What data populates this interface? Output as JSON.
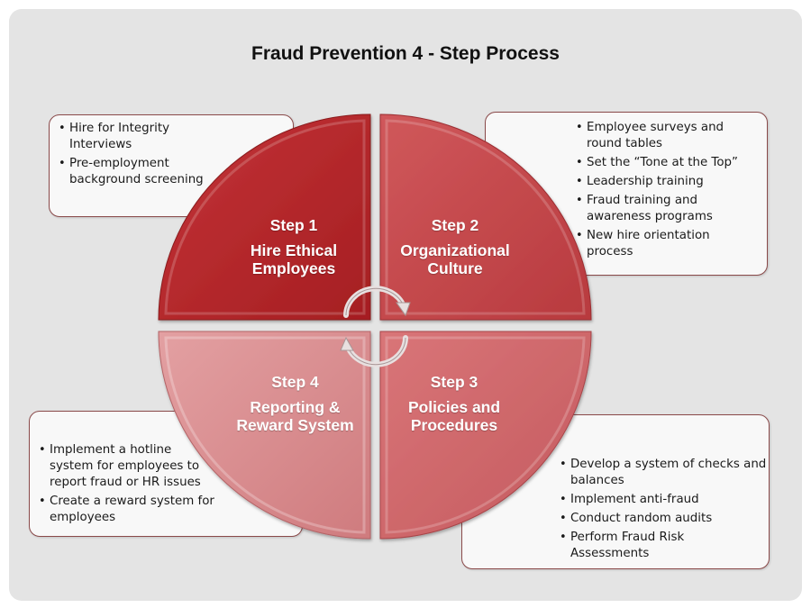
{
  "title": "Fraud Prevention 4 - Step Process",
  "colors": {
    "background": "#e4e4e4",
    "step1": "#b7282c",
    "step2": "#c8474b",
    "step3": "#d0686b",
    "step4": "#d88a8d",
    "box_border": "#8a4a4a"
  },
  "steps": [
    {
      "step": "Step 1",
      "name_line1": "Hire Ethical",
      "name_line2": "Employees",
      "bullets": [
        {
          "line1": "Hire for Integrity",
          "line2": "Interviews"
        },
        {
          "line1": "Pre-employment",
          "line2": "background screening"
        }
      ]
    },
    {
      "step": "Step 2",
      "name_line1": "Organizational",
      "name_line2": "Culture",
      "bullets": [
        {
          "line1": "Employee surveys and",
          "line2": "round tables"
        },
        {
          "line1": "Set the “Tone at the Top”",
          "line2": ""
        },
        {
          "line1": "Leadership training",
          "line2": ""
        },
        {
          "line1": "Fraud training and",
          "line2": "awareness programs"
        },
        {
          "line1": "New hire orientation",
          "line2": "process"
        }
      ]
    },
    {
      "step": "Step 3",
      "name_line1": "Policies and",
      "name_line2": "Procedures",
      "bullets": [
        {
          "line1": "Develop a system of checks and",
          "line2": "balances"
        },
        {
          "line1": "Implement anti-fraud",
          "line2": ""
        },
        {
          "line1": "Conduct random audits",
          "line2": ""
        },
        {
          "line1": "Perform Fraud Risk",
          "line2": "Assessments"
        }
      ]
    },
    {
      "step": "Step 4",
      "name_line1": "Reporting &",
      "name_line2": "Reward System",
      "bullets": [
        {
          "line1": "Implement a hotline",
          "line2": "system for employees to",
          "line3": "report fraud or HR issues"
        },
        {
          "line1": "Create a reward system for",
          "line2": "employees"
        }
      ]
    }
  ],
  "cycle_arrows": [
    "clockwise-arrow-top",
    "clockwise-arrow-bottom"
  ]
}
